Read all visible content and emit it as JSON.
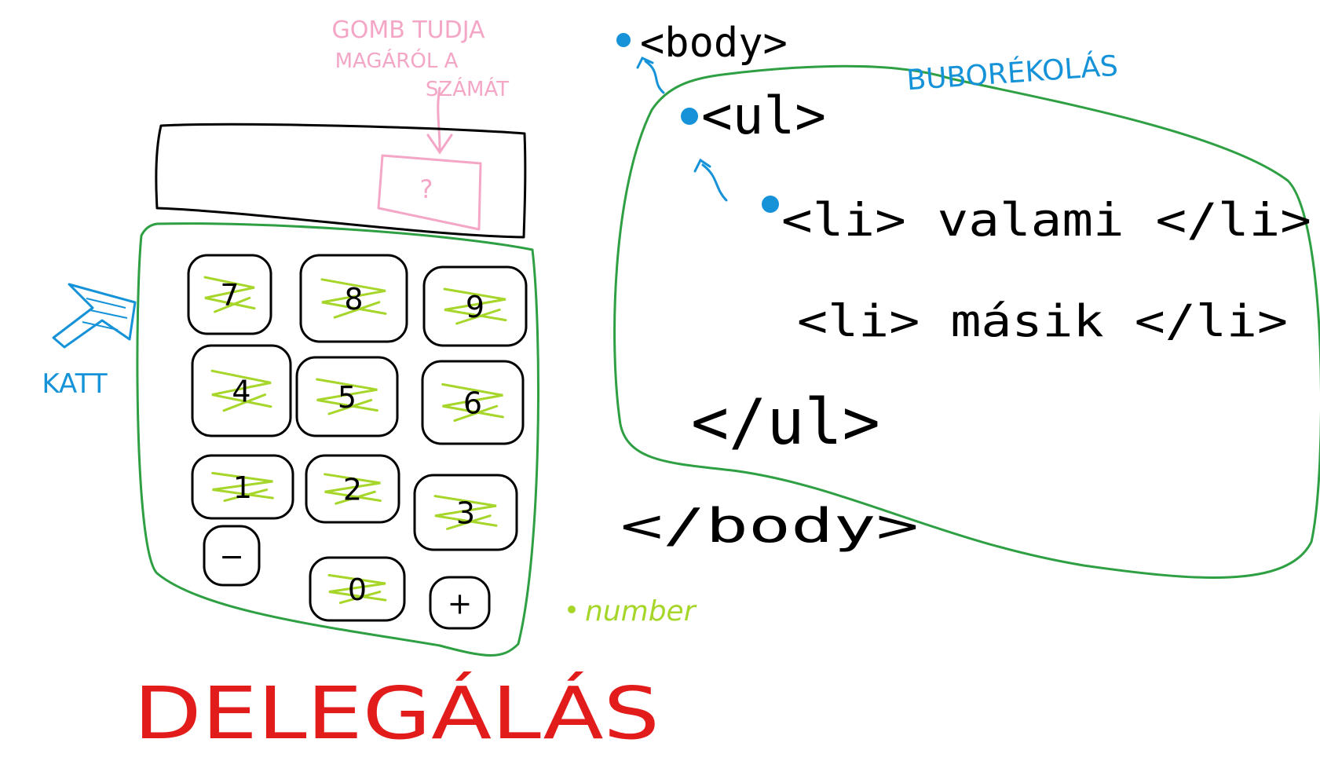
{
  "colors": {
    "ink": "#000000",
    "outline": "#2ea043",
    "pink": "#f4a6c6",
    "blue": "#1693d8",
    "lime": "#a6d62a",
    "red": "#e21b1b"
  },
  "pink_note": {
    "line1": "GOMB TUDJA",
    "line2": "MAGÁRÓL A",
    "line3": "SZÁMÁT",
    "button_text": "?"
  },
  "keypad": {
    "keys": [
      "7",
      "8",
      "9",
      "4",
      "5",
      "6",
      "1",
      "2",
      "3",
      "−",
      "0",
      "+"
    ],
    "highlighted": [
      true,
      true,
      true,
      true,
      true,
      true,
      true,
      true,
      true,
      false,
      true,
      false
    ]
  },
  "click_label": "KATT",
  "number_label": "number",
  "title": "DELEGÁLÁS",
  "bubbling_label": "BUBORÉKOLÁS",
  "html_lines": {
    "body_open": "<body>",
    "ul_open": "<ul>",
    "li1": "<li> valami </li>",
    "li2": "<li> másik </li>",
    "ul_close": "</ul>",
    "body_close": "</body>"
  }
}
